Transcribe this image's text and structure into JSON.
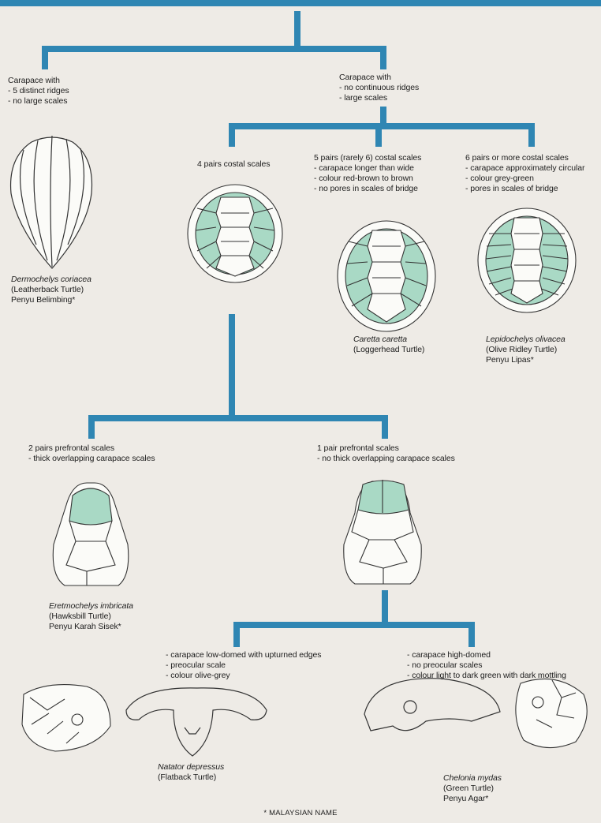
{
  "colors": {
    "connector": "#2f86b3",
    "scale_fill": "#a9d9c5",
    "outline": "#333333",
    "paper": "#eeebe6"
  },
  "nodes": {
    "leatherback_branch": {
      "heading": "Carapace with",
      "traits": [
        "- 5 distinct ridges",
        "- no large scales"
      ]
    },
    "hardshell_branch": {
      "heading": "Carapace with",
      "traits": [
        "- no continuous ridges",
        "- large scales"
      ]
    },
    "four_costal": {
      "traits": [
        "4 pairs costal scales"
      ]
    },
    "five_costal": {
      "traits": [
        "5 pairs (rarely 6) costal scales",
        "- carapace longer than wide",
        "- colour red-brown to brown",
        "- no pores in scales of bridge"
      ]
    },
    "six_costal": {
      "traits": [
        "6 pairs or more costal scales",
        "- carapace approximately circular",
        "- colour grey-green",
        "- pores in scales of bridge"
      ]
    },
    "two_prefrontal": {
      "traits": [
        "2 pairs prefrontal scales",
        "- thick overlapping carapace scales"
      ]
    },
    "one_prefrontal": {
      "traits": [
        "1 pair prefrontal scales",
        "- no thick overlapping carapace scales"
      ]
    },
    "low_domed": {
      "traits": [
        "- carapace low-domed with upturned edges",
        "- preocular scale",
        "- colour olive-grey"
      ]
    },
    "high_domed": {
      "traits": [
        "- carapace high-domed",
        "- no preocular scales",
        "- colour light to dark green with dark mottling"
      ]
    }
  },
  "species": {
    "leatherback": {
      "scientific": "Dermochelys coriacea",
      "common": "(Leatherback Turtle)",
      "malay": "Penyu Belimbing*"
    },
    "loggerhead": {
      "scientific": "Caretta caretta",
      "common": "(Loggerhead Turtle)"
    },
    "olive_ridley": {
      "scientific": "Lepidochelys olivacea",
      "common": "(Olive Ridley Turtle)",
      "malay": "Penyu Lipas*"
    },
    "hawksbill": {
      "scientific": "Eretmochelys imbricata",
      "common": "(Hawksbill Turtle)",
      "malay": "Penyu Karah Sisek*"
    },
    "flatback": {
      "scientific": "Natator depressus",
      "common": "(Flatback Turtle)"
    },
    "green": {
      "scientific": "Chelonia mydas",
      "common": "(Green Turtle)",
      "malay": "Penyu Agar*"
    }
  },
  "footnote": "* MALAYSIAN NAME"
}
